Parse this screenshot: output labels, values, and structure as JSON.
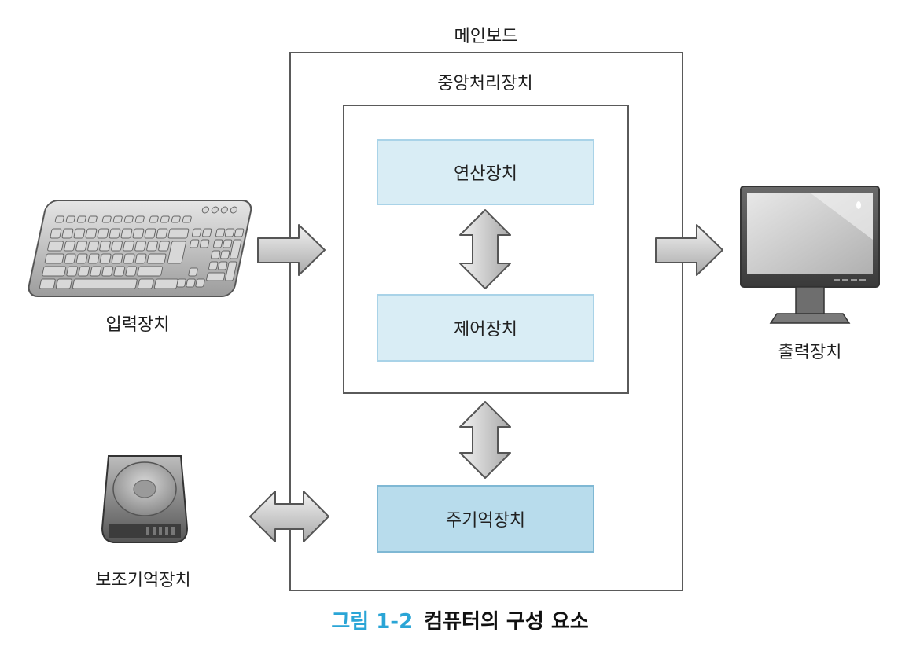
{
  "mainboard": {
    "label": "메인보드"
  },
  "cpu": {
    "label": "중앙처리장치"
  },
  "units": {
    "alu": "연산장치",
    "control": "제어장치",
    "memory": "주기억장치"
  },
  "devices": {
    "input": "입력장치",
    "output": "출력장치",
    "storage": "보조기억장치"
  },
  "icons": {
    "input": "keyboard-icon",
    "output": "monitor-icon",
    "storage": "hard-drive-icon"
  },
  "caption": {
    "number": "그림 1-2",
    "title": "컴퓨터의 구성 요소"
  },
  "colors": {
    "unit_fill": "#d9edf5",
    "memory_fill": "#b8dcec",
    "caption_accent": "#2aa5d6"
  }
}
